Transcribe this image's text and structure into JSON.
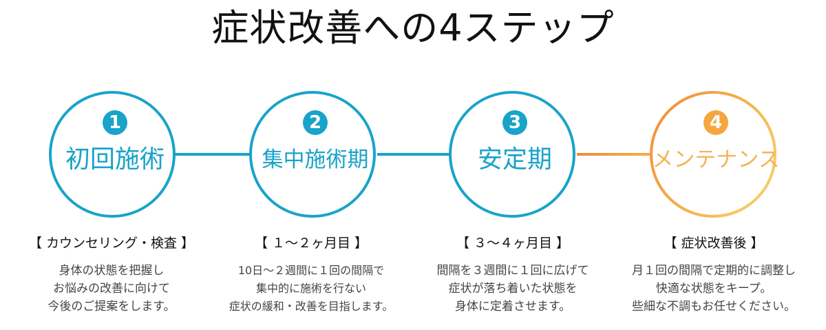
{
  "title": "症状改善への4ステップ",
  "colors": {
    "primary": "#19a3c9",
    "accent_orange": "#f5a640",
    "accent_yellow": "#f7d572"
  },
  "steps": [
    {
      "number": "1",
      "name": "初回施術",
      "period": "【 カウンセリング・検査 】",
      "lines": [
        "身体の状態を把握し",
        "お悩みの改善に向けて",
        "今後のご提案をします。"
      ]
    },
    {
      "number": "2",
      "name": "集中施術期",
      "period": "【 １〜２ヶ月目 】",
      "lines": [
        "10日〜２週間に１回の間隔で",
        "集中的に施術を行ない",
        "症状の緩和・改善を目指します。"
      ]
    },
    {
      "number": "3",
      "name": "安定期",
      "period": "【 ３〜４ヶ月目 】",
      "lines": [
        "間隔を３週間に１回に広げて",
        "症状が落ち着いた状態を",
        "身体に定着させます。"
      ]
    },
    {
      "number": "4",
      "name": "メンテナンス",
      "period": "【 症状改善後 】",
      "lines": [
        "月１回の間隔で定期的に調整し",
        "快適な状態をキープ。",
        "些細な不調もお任せください。"
      ]
    }
  ]
}
